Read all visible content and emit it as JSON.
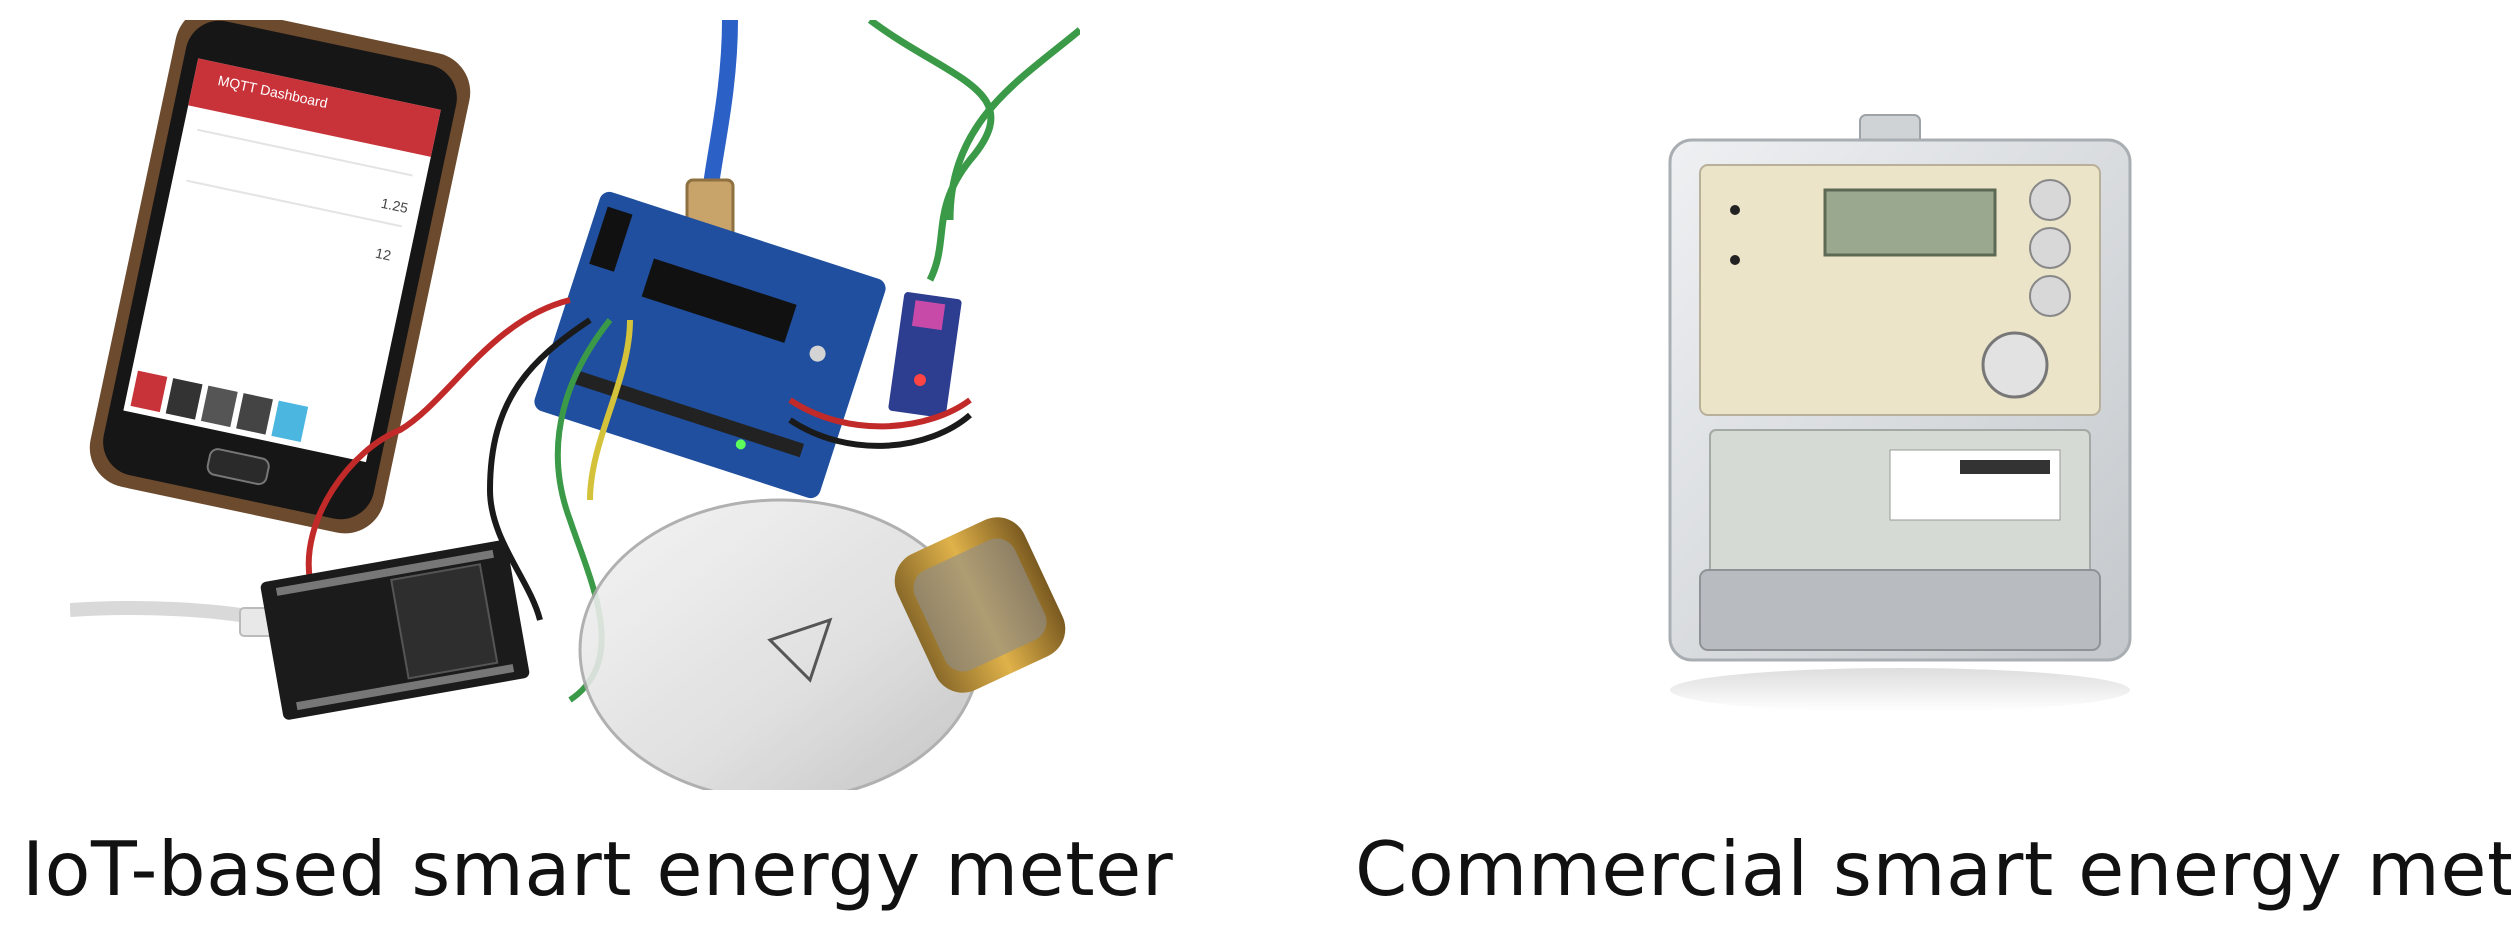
{
  "captions": {
    "left": "IoT-based smart energy meter",
    "right": "Commercial smart energy meter"
  },
  "phone_screen": {
    "app_title": "MQTT Dashboard",
    "readings": [
      "1.25",
      "12"
    ]
  },
  "colors": {
    "background": "#ffffff",
    "caption_text": "#111111",
    "phone_header": "#c8333a",
    "arduino_board": "#1f4f9e",
    "wire_green": "#3a9a47",
    "wire_red": "#c22a2a",
    "usb_cable": "#2b61c7",
    "meter_body": "#d9dde1"
  },
  "icons": [
    "smartphone-icon",
    "arduino-board-icon",
    "esp8266-board-icon",
    "light-bulb-icon",
    "smart-meter-icon"
  ]
}
